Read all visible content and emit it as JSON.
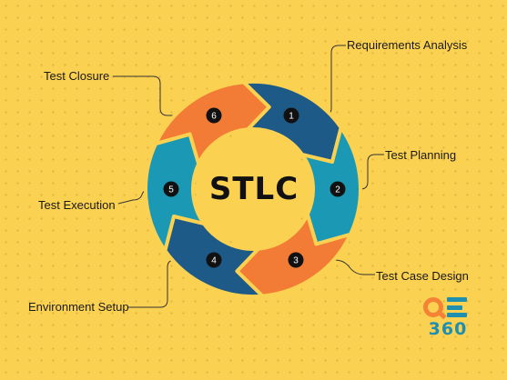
{
  "title": "STLC",
  "stages": [
    {
      "number": "1",
      "label": "Requirements Analysis",
      "color": "#1e5a87"
    },
    {
      "number": "2",
      "label": "Test Planning",
      "color": "#1b99b4"
    },
    {
      "number": "3",
      "label": "Test Case Design",
      "color": "#f27b35"
    },
    {
      "number": "4",
      "label": "Environment Setup",
      "color": "#1e5a87"
    },
    {
      "number": "5",
      "label": "Test Execution",
      "color": "#1b99b4"
    },
    {
      "number": "6",
      "label": "Test Closure",
      "color": "#f27b35"
    }
  ],
  "logo": {
    "letters": "QE",
    "number": "360",
    "q_color": "#f58235",
    "e_color": "#1f8fb0"
  },
  "colors": {
    "background": "#fbd152",
    "center": "#fbd152",
    "badge": "#111111",
    "line": "#333333"
  }
}
